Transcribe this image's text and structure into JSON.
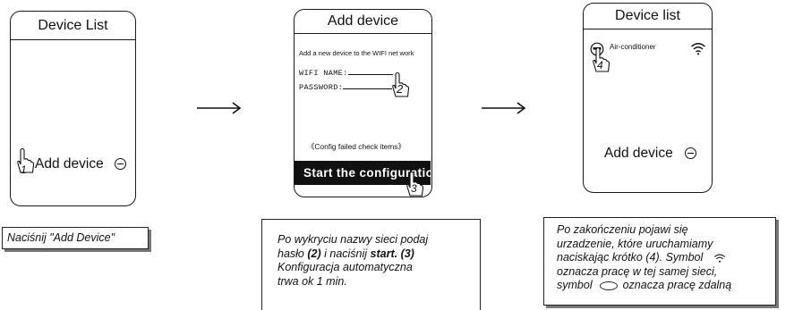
{
  "panel1": {
    "title": "Device  List",
    "add_device_label": "Add device",
    "step": "1"
  },
  "panel2": {
    "title": "Add device",
    "intro": "Add a new device to the WIFI net work",
    "wifi_label": "WIFI NAME:",
    "password_label": "PASSWORD:",
    "config_failed": "《Config failed check items》",
    "start_button": "Start  the  configuration",
    "step_name": "2",
    "step_start": "3"
  },
  "panel3": {
    "title": "Device  list",
    "device_name": "Air-conditioner",
    "add_device_label": "Add device",
    "step": "4"
  },
  "notes": {
    "note1": "Naciśnij \"Add Device\"",
    "note2": {
      "line1": "Po wykryciu nazwy sieci podaj",
      "line2_a": "hasło ",
      "line2_b": "(2)",
      "line2_c": " i naciśnij ",
      "line2_d": "start. (3)",
      "line3": "Konfiguracja automatyczna",
      "line4": "trwa ok 1 min."
    },
    "note3": {
      "line1": "Po zakończeniu pojawi się",
      "line2": "urzadzenie, które uruchamiamy",
      "line3": "naciskając krótko (4). Symbol",
      "line4": "oznacza pracę w tej samej sieci,",
      "line5_a": "symbol",
      "line5_b": "oznacza pracę zdalną"
    }
  }
}
